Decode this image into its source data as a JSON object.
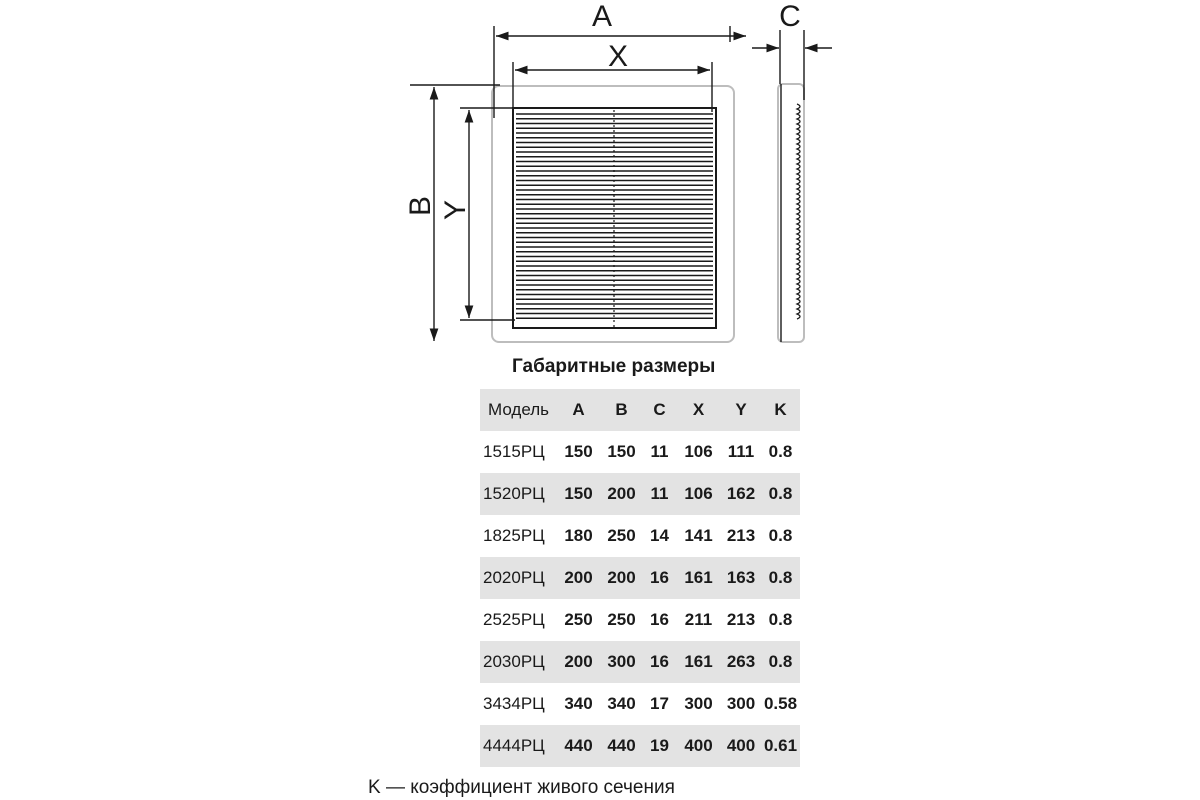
{
  "diagram": {
    "labels": {
      "a": "A",
      "x": "X",
      "b": "B",
      "y": "Y",
      "c": "C"
    }
  },
  "table": {
    "title": "Габаритные размеры",
    "headers": [
      "Модель",
      "A",
      "B",
      "C",
      "X",
      "Y",
      "K"
    ],
    "rows": [
      [
        "1515РЦ",
        "150",
        "150",
        "11",
        "106",
        "111",
        "0.8"
      ],
      [
        "1520РЦ",
        "150",
        "200",
        "11",
        "106",
        "162",
        "0.8"
      ],
      [
        "1825РЦ",
        "180",
        "250",
        "14",
        "141",
        "213",
        "0.8"
      ],
      [
        "2020РЦ",
        "200",
        "200",
        "16",
        "161",
        "163",
        "0.8"
      ],
      [
        "2525РЦ",
        "250",
        "250",
        "16",
        "211",
        "213",
        "0.8"
      ],
      [
        "2030РЦ",
        "200",
        "300",
        "16",
        "161",
        "263",
        "0.8"
      ],
      [
        "3434РЦ",
        "340",
        "340",
        "17",
        "300",
        "300",
        "0.58"
      ],
      [
        "4444РЦ",
        "440",
        "440",
        "19",
        "400",
        "400",
        "0.61"
      ]
    ]
  },
  "footnote": "K — коэффициент живого сечения"
}
